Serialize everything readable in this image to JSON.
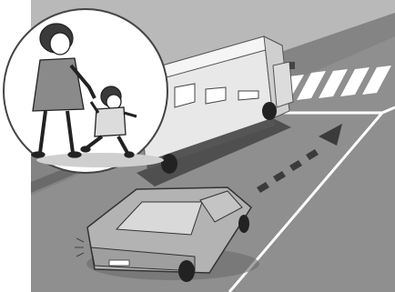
{
  "scene": {
    "description_items": {
      "pedestrian_pair": "adult-with-child",
      "vehicle_stopped": "truck",
      "vehicle_approaching": "car",
      "crossing": "zebra-crosswalk",
      "motion": "arrow"
    },
    "colors": {
      "asphalt": "#8e8e8e",
      "asphalt_dark": "#6f6f6f",
      "curb": "#9a9a9a",
      "sidewalk": "#b7b7b7",
      "lane_line": "#ffffff",
      "truck_body": "#e9e9e9",
      "truck_shadow": "#3a3a3a",
      "car_body": "#b5b5b5",
      "arrow": "#3b3b3b",
      "circle_bg": "#ffffff",
      "circle_stroke": "#444444"
    }
  }
}
